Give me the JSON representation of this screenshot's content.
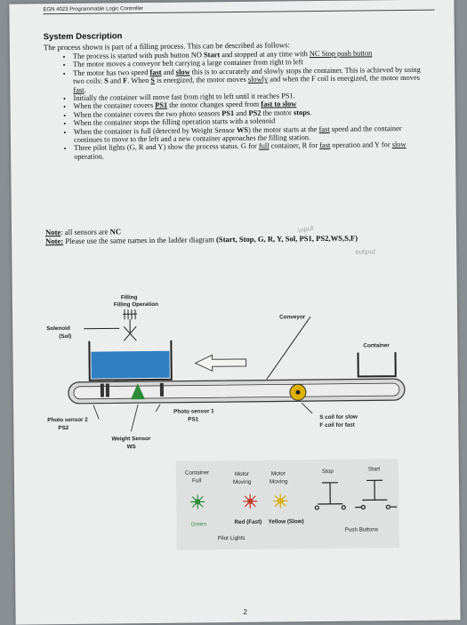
{
  "header": {
    "course": "EGN 4023 Programmable Logic Controller"
  },
  "section_title": "System Description",
  "intro": "The process shown is part of a filling process. This can be described as follows:",
  "bullets": {
    "b1": {
      "a": "The process is started with push button NO ",
      "b": "Start",
      "c": " and stopped at any time with ",
      "d": "NC Stop push button"
    },
    "b2": "The motor moves a conveyor belt carrying a large container from right to left",
    "b3": {
      "a": "The motor has two speed ",
      "b": "fast",
      "c": " and ",
      "d": "slow",
      "e": " this is to accurately and slowly stops the container. This is achieved by using two coils: ",
      "f": "S",
      "g": " and ",
      "h": "F",
      "i": ". When ",
      "j": "S",
      "k": " is energized, the motor moves ",
      "l": "slowly",
      "m": " and when the F coil is energized, the motor moves ",
      "n": "fast",
      "o": "."
    },
    "b4": "Initially the container will move fast from right to left until it reaches PS1.",
    "b5": {
      "a": "When the container covers ",
      "b": "PS1",
      "c": " the motor changes speed from ",
      "d": "fast to slow"
    },
    "b6": {
      "a": "When the container covers the two photo sensors ",
      "b": "PS1",
      "c": " and ",
      "d": "PS2",
      "e": " the motor ",
      "f": "stops",
      "g": "."
    },
    "b7": "When the container stops the filling operation starts with a solenoid",
    "b8": {
      "a": "When the container is full (detected by Weight Sensor ",
      "b": "WS",
      "c": ") the motor starts at the ",
      "d": "fast",
      "e": " speed and the container continues to move to the left and a new container approaches the filling station."
    },
    "b9": {
      "a": "Three pilot lights (G, R and Y) show the process status. G for ",
      "b": "full",
      "c": " container, R for ",
      "d": "fast",
      "e": " operation and Y for ",
      "f": "slow",
      "g": " operation."
    }
  },
  "note1": {
    "label": "Note",
    "text": ": all sensors are ",
    "nc": "NC"
  },
  "note2": {
    "label": "Note:",
    "text": " Please use the same names in the ladder diagram ",
    "names": "(Start, Stop, G, R, Y, Sol, PS1, PS2,WS,S,F)"
  },
  "handwriting": {
    "a": "input",
    "b": "output"
  },
  "diagram": {
    "filling_operation": "Filling Operation",
    "conveyor": "Conveyor",
    "solenoid": "Solenoid",
    "solenoid_abbr": "(Sol)",
    "container": "Container",
    "photo_sensor_1": "Photo sensor 1",
    "ps1": "PS1",
    "photo_sensor_2": "Photo sensor 2",
    "ps2": "PS2",
    "weight_sensor": "Weight Sensor",
    "ws": "WS",
    "s_coil": "S coil for slow",
    "f_coil": "F coil for fast",
    "stop": "Stop",
    "start": "Start",
    "push_buttons": "Push Buttons",
    "container_full_1": "Container",
    "container_full_2": "Full",
    "motor_moving_1a": "Motor",
    "motor_moving_1b": "Moving",
    "motor_moving_2a": "Motor",
    "motor_moving_2b": "Moving",
    "green": "Green",
    "red_fast": "Red (Fast)",
    "yellow_slow": "Yellow (Slow)",
    "pilot_lights": "Pilot Lights"
  },
  "colors": {
    "liquid": "#2f7fc1",
    "green": "#2e8b3a",
    "red": "#c0392b",
    "yellow": "#e0b000"
  },
  "page_number": "2"
}
